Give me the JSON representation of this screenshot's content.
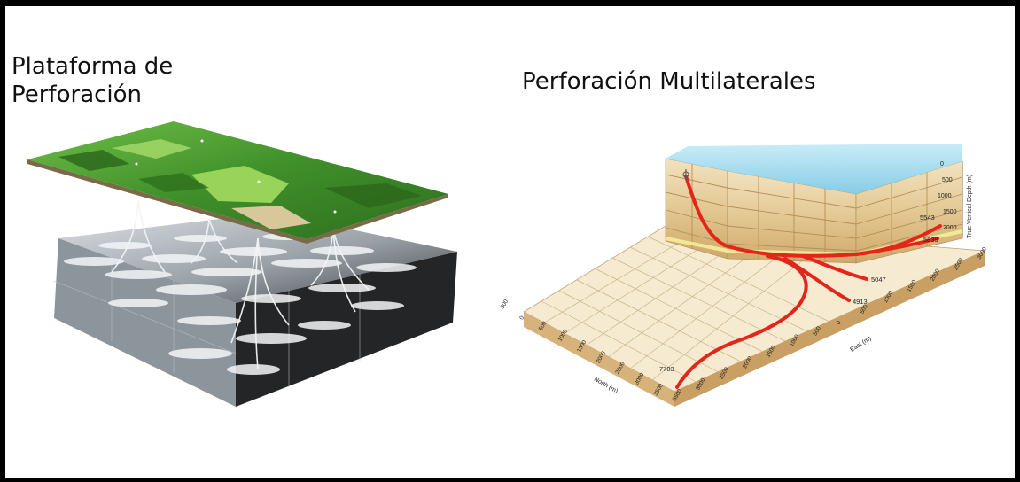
{
  "left_title": {
    "line1": "Plataforma de",
    "line2": "Perforación"
  },
  "right_title": "Perforación Multilaterales",
  "multilateral_diagram": {
    "north_axis_label": "North (m)",
    "east_axis_label": "East (m)",
    "depth_axis_label": "True Vertical Depth (m)",
    "north_ticks": [
      "500",
      "0",
      "500",
      "1000",
      "1500",
      "2000",
      "2500",
      "3000",
      "3500"
    ],
    "east_ticks": [
      "3500",
      "3000",
      "2500",
      "2000",
      "1500",
      "1000",
      "500",
      "0",
      "500",
      "1000",
      "1500",
      "2000",
      "2500",
      "3000"
    ],
    "depth_ticks": [
      "0",
      "500",
      "1000",
      "1500",
      "2000"
    ],
    "well_end_labels": [
      "5543",
      "5839",
      "5047",
      "4913",
      "7703"
    ],
    "colors": {
      "water": "#a6dcee",
      "ground": "#f6ead0",
      "strata": "#d9bc87",
      "wells": "#e4261a"
    }
  }
}
